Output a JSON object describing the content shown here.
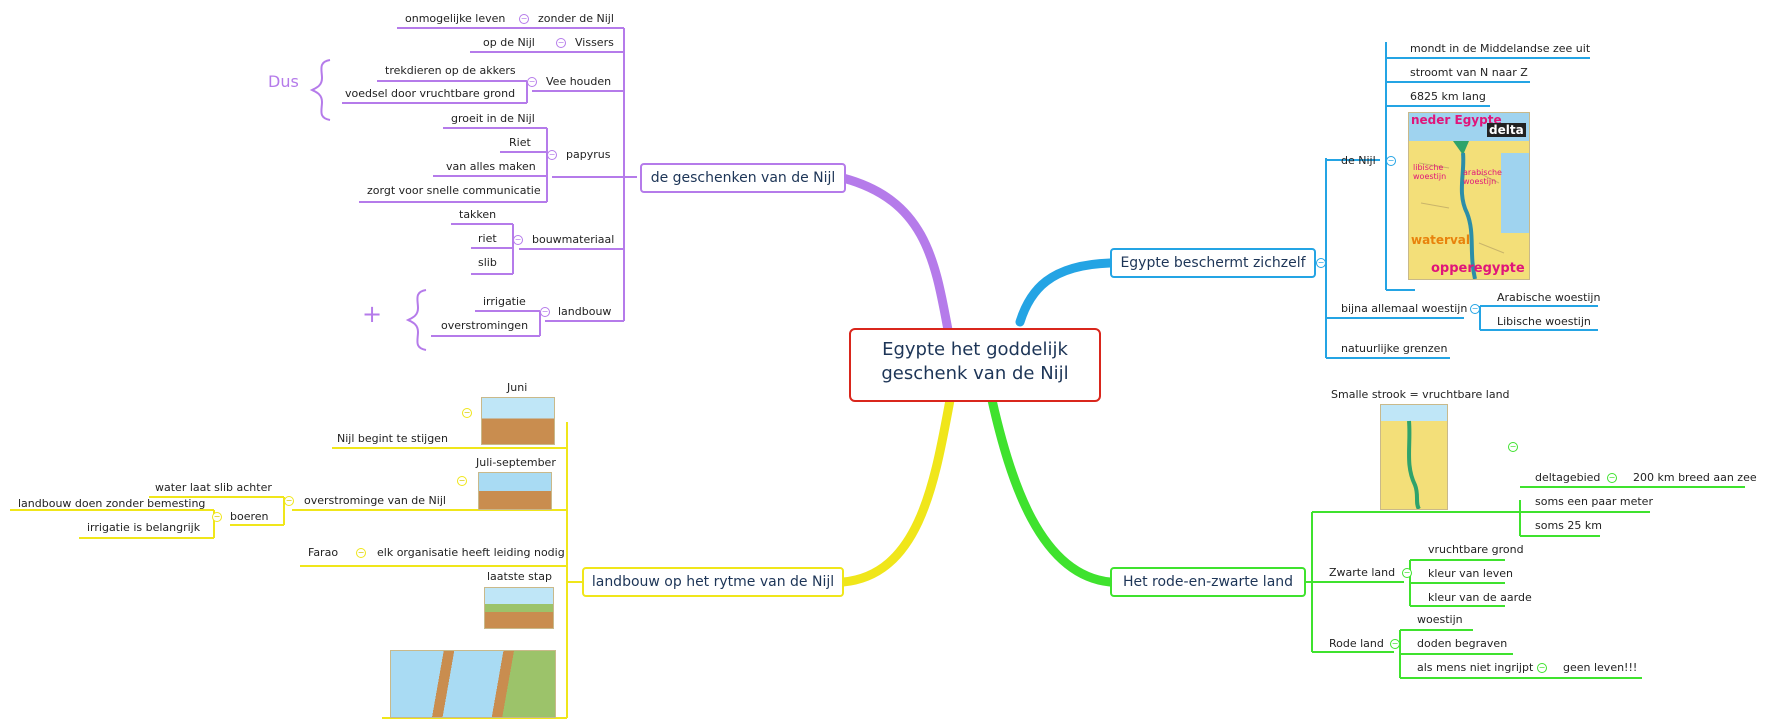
{
  "colors": {
    "purple": "#b57bea",
    "blue": "#24a4e4",
    "yellow": "#f0e61a",
    "green": "#3fe22e",
    "red": "#d9261c"
  },
  "central": {
    "line1": "Egypte het goddelijk",
    "line2": "geschenk van de Nijl"
  },
  "geschenken": {
    "title": "de geschenken van de Nijl",
    "zonder": {
      "label": "zonder de Nijl",
      "child": "onmogelijke leven"
    },
    "vissers": {
      "label": "Vissers",
      "child": "op de Nijl"
    },
    "vee": {
      "label": "Vee houden",
      "children": [
        "trekdieren op de akkers",
        "voedsel door vruchtbare grond"
      ]
    },
    "dus": "Dus",
    "papyrus": {
      "label": "papyrus",
      "children": [
        "groeit in de Nijl",
        "Riet",
        "van alles maken",
        "zorgt voor snelle communicatie"
      ]
    },
    "bouw": {
      "label": "bouwmateriaal",
      "children": [
        "takken",
        "riet",
        "slib"
      ]
    },
    "landbouw": {
      "label": "landbouw",
      "children": [
        "irrigatie",
        "overstromingen"
      ]
    },
    "plus": "+"
  },
  "beschermt": {
    "title": "Egypte beschermt zichzelf",
    "items": [
      "mondt in de Middelandse zee uit",
      "stroomt van N naar Z",
      "6825 km lang"
    ],
    "nijl": "de Nijl",
    "map_labels": [
      "neder Egypte",
      "delta",
      "libische woestijn",
      "arabische woestijn",
      "waterval",
      "opperegypte"
    ],
    "woestijn": {
      "label": "bijna allemaal woestijn",
      "children": [
        "Arabische woestijn",
        "Libische woestijn"
      ]
    },
    "grenzen": "natuurlijke grenzen"
  },
  "landbouw": {
    "title": "landbouw op het rytme van de Nijl",
    "juni": "Juni",
    "stijgen": "Nijl begint te stijgen",
    "julisep": "Juli-september",
    "overstroming": "overstrominge van de Nijl",
    "slib": "water laat slib achter",
    "boeren": {
      "label": "boeren",
      "children": [
        "landbouw doen zonder bemesting",
        "irrigatie is belangrijk"
      ]
    },
    "farao": "Farao",
    "organisatie": "elk organisatie heeft leiding nodig",
    "laatste": "laatste stap"
  },
  "rodezwart": {
    "title": "Het rode-en-zwarte land",
    "strook": "Smalle strook = vruchtbare land",
    "delta": {
      "label": "deltagebied",
      "child": "200 km breed aan zee"
    },
    "meter": "soms een paar meter",
    "km": "soms 25 km",
    "zwart": {
      "label": "Zwarte land",
      "children": [
        "vruchtbare grond",
        "kleur van leven",
        "kleur van de aarde"
      ]
    },
    "rood": {
      "label": "Rode land",
      "children": [
        "woestijn",
        "doden begraven"
      ],
      "ingrijpt": "als mens niet ingrijpt",
      "geen": "geen leven!!!"
    }
  }
}
